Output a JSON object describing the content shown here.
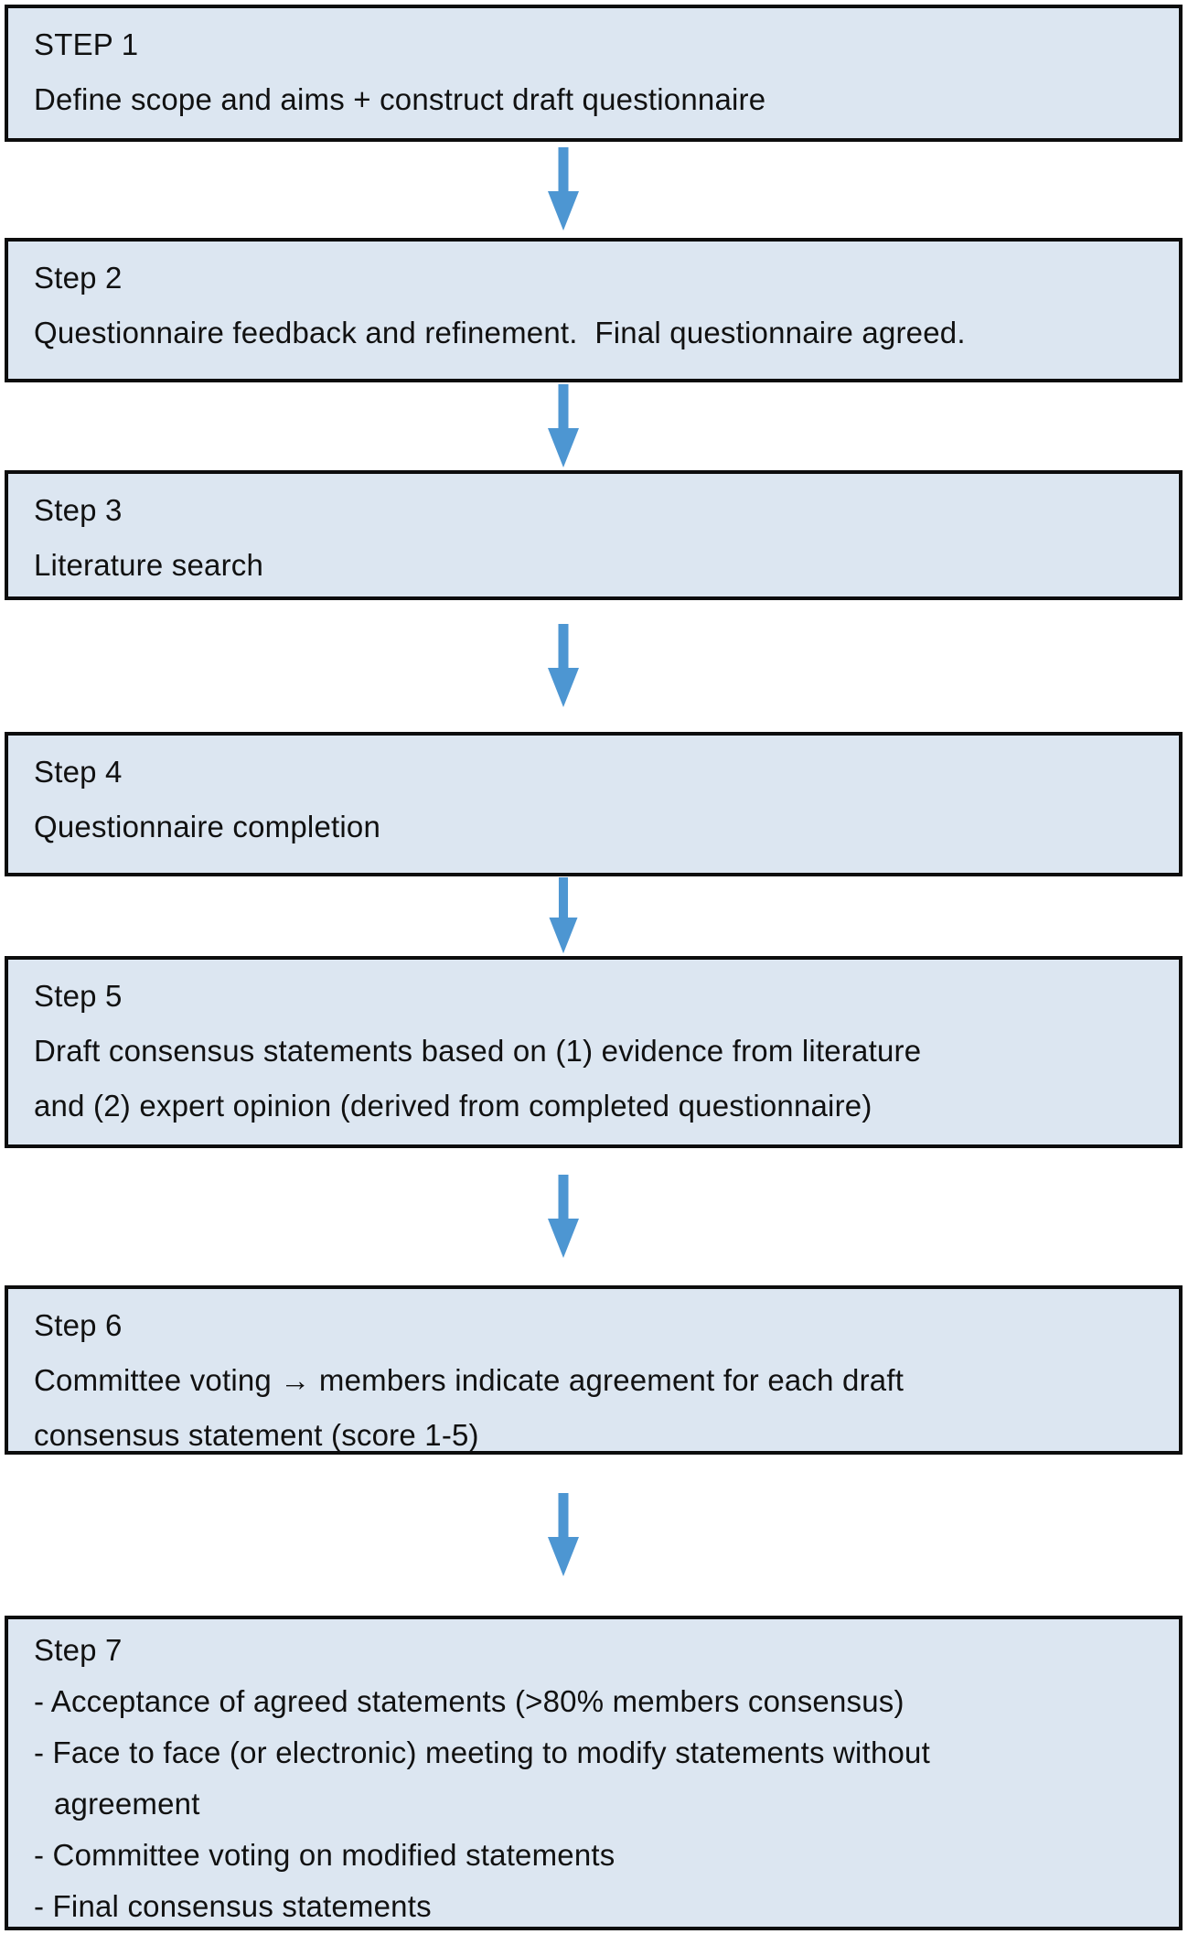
{
  "theme": {
    "box-fill": "#dce6f1",
    "border-color": "#0d0d0d",
    "arrow-color": "#4d96d2",
    "text-color": "#111111"
  },
  "flow": {
    "figure_name": "consensus-process-flowchart",
    "arrow_icon": "down-arrow",
    "steps": [
      {
        "title": "STEP 1",
        "lines": [
          "Define scope and aims + construct draft questionnaire"
        ]
      },
      {
        "title": "Step 2",
        "lines": [
          "Questionnaire feedback and refinement.  Final questionnaire agreed."
        ]
      },
      {
        "title": "Step 3",
        "lines": [
          "Literature search"
        ]
      },
      {
        "title": "Step 4",
        "lines": [
          "Questionnaire completion"
        ]
      },
      {
        "title": "Step 5",
        "lines": [
          "Draft consensus statements based on (1) evidence from literature",
          "and (2) expert opinion (derived from completed questionnaire)"
        ]
      },
      {
        "title": "Step 6",
        "lines": [
          "Committee voting → members indicate agreement for each draft",
          "consensus statement (score 1-5)"
        ]
      },
      {
        "title": "Step 7",
        "lines": [
          "- Acceptance of agreed statements (>80% members consensus)",
          "- Face to face (or electronic) meeting to modify statements without",
          "agreement",
          "- Committee voting on modified statements",
          "- Final consensus statements"
        ]
      }
    ]
  }
}
